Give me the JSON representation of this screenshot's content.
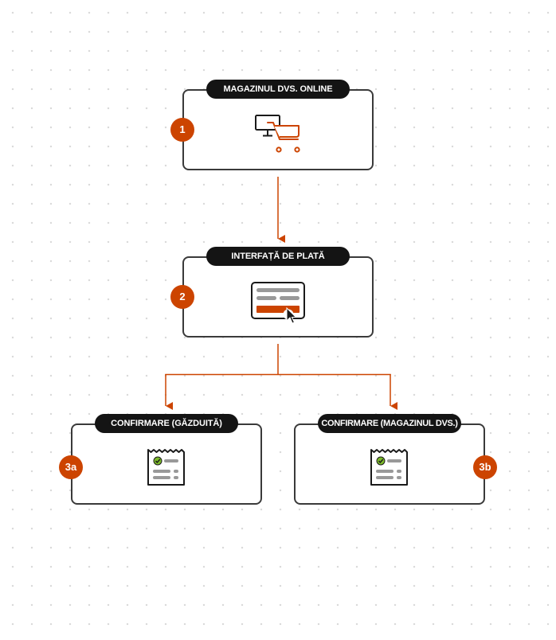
{
  "steps": [
    {
      "badge": "1",
      "label": "MAGAZINUL DVS. ONLINE",
      "icon": "monitor-cart-icon"
    },
    {
      "badge": "2",
      "label": "INTERFAȚĂ DE PLATĂ",
      "icon": "payment-form-icon"
    },
    {
      "badge": "3a",
      "label": "CONFIRMARE (GĂZDUITĂ)",
      "icon": "receipt-icon"
    },
    {
      "badge": "3b",
      "label": "CONFIRMARE (MAGAZINUL DVS.)",
      "icon": "receipt-icon"
    }
  ],
  "colors": {
    "accent": "#cc4400",
    "pill": "#141414",
    "border": "#3a3a3a",
    "check": "#7cbb2a",
    "line_gray": "#999999"
  }
}
